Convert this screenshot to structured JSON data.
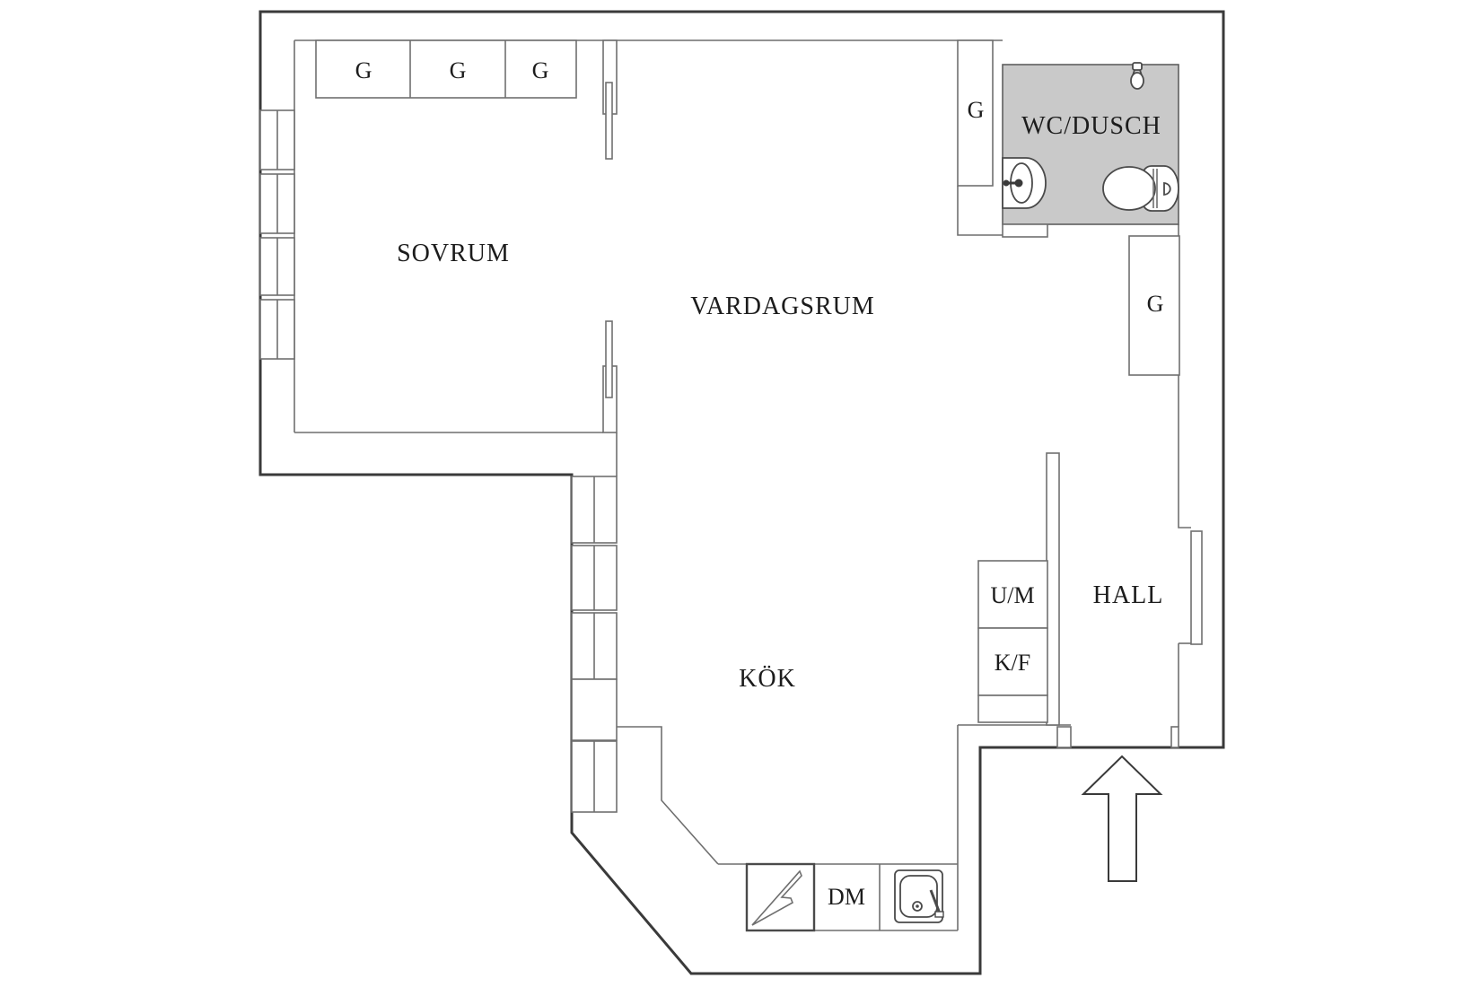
{
  "plan": {
    "type": "apartment-floor-plan",
    "rooms": {
      "sovrum": "SOVRUM",
      "vardagsrum": "VARDAGSRUM",
      "kok": "KÖK",
      "hall": "HALL",
      "wc_dusch": "WC/DUSCH"
    },
    "closets": {
      "sovrum_row": [
        "G",
        "G",
        "G"
      ],
      "beside_wc": "G",
      "below_wc": "G"
    },
    "appliances": {
      "washing_machine": "U/M",
      "fridge_freezer": "K/F",
      "dishwasher": "DM"
    },
    "icons": {
      "shower": "shower-head-icon",
      "washbasin": "washbasin-icon",
      "toilet": "toilet-icon",
      "stove": "stove-lightning-icon",
      "kitchen_sink": "kitchen-sink-icon",
      "entrance": "entrance-arrow-up-icon"
    },
    "colors": {
      "wet_area_fill": "#c9c9c9",
      "outer_wall_line": "#3a3a3a",
      "inner_wall_line": "#6f6f6f",
      "background": "#ffffff"
    }
  }
}
